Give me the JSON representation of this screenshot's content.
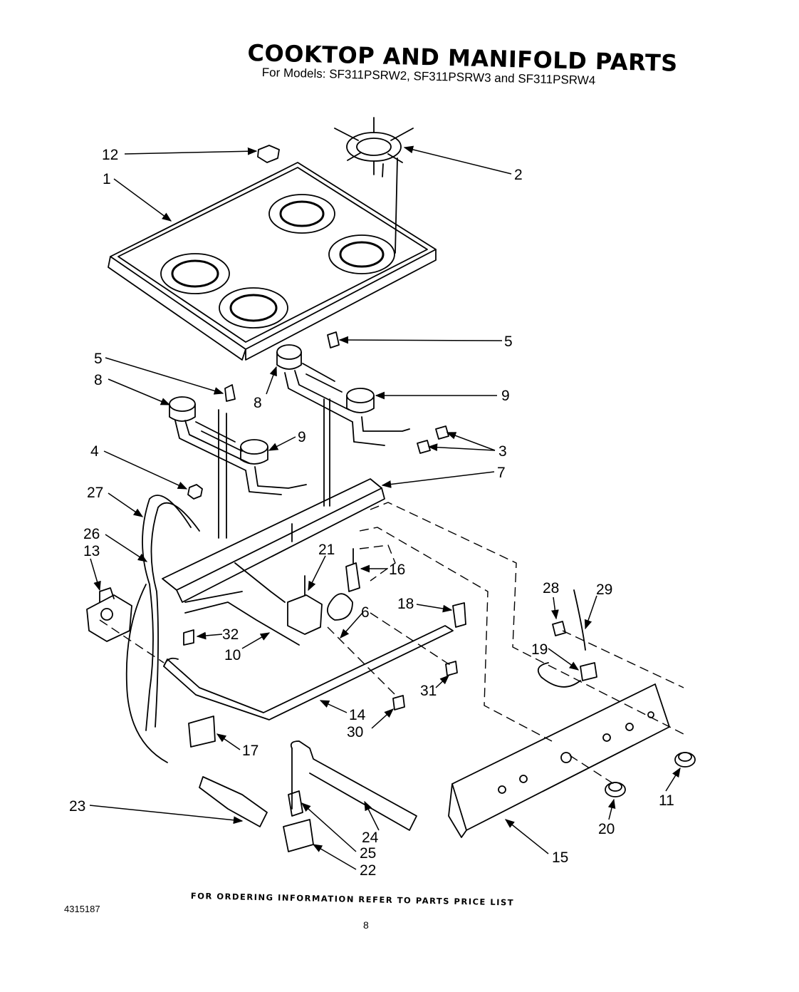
{
  "header": {
    "title": "COOKTOP AND MANIFOLD PARTS",
    "subtitle": "For Models: SF311PSRW2, SF311PSRW3 and SF311PSRW4"
  },
  "callouts": {
    "c1": "1",
    "c2": "2",
    "c3": "3",
    "c4": "4",
    "c5a": "5",
    "c5b": "5",
    "c6": "6",
    "c7": "7",
    "c8a": "8",
    "c8b": "8",
    "c9a": "9",
    "c9b": "9",
    "c10": "10",
    "c11": "11",
    "c12": "12",
    "c13": "13",
    "c14": "14",
    "c15": "15",
    "c16": "16",
    "c17": "17",
    "c18": "18",
    "c19": "19",
    "c20": "20",
    "c21": "21",
    "c22": "22",
    "c23": "23",
    "c24": "24",
    "c25": "25",
    "c26": "26",
    "c27": "27",
    "c28": "28",
    "c29": "29",
    "c30": "30",
    "c31": "31",
    "c32": "32"
  },
  "footer": {
    "note": "FOR ORDERING INFORMATION REFER TO PARTS PRICE LIST",
    "doc_number": "4315187",
    "page_number": "8"
  }
}
